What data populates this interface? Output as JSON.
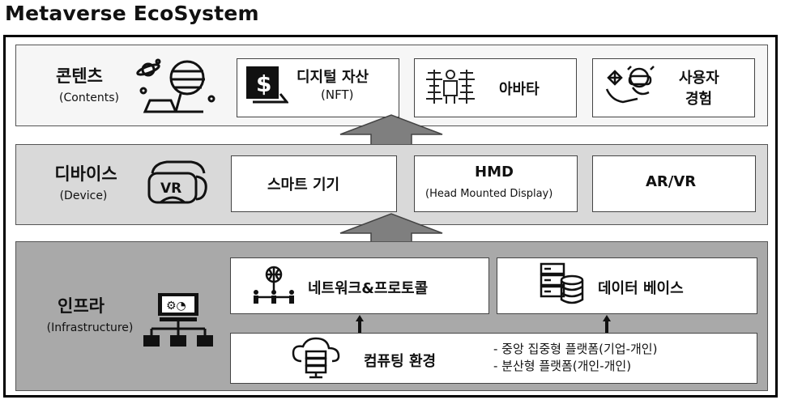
{
  "title": "Metaverse EcoSystem",
  "layers": {
    "contents": {
      "name": "콘텐츠",
      "sub": "(Contents)",
      "items": {
        "nft": {
          "label": "디지털 자산",
          "sub": "(NFT)"
        },
        "avatar": {
          "label": "아바타"
        },
        "ux": {
          "line1": "사용자",
          "line2": "경험"
        }
      }
    },
    "device": {
      "name": "디바이스",
      "sub": "(Device)",
      "items": {
        "smart": {
          "label": "스마트 기기"
        },
        "hmd": {
          "label": "HMD",
          "sub": "(Head Mounted Display)"
        },
        "arvr": {
          "label": "AR/VR"
        }
      }
    },
    "infra": {
      "name": "인프라",
      "sub": "(Infrastructure)",
      "items": {
        "network": {
          "label": "네트워크&프로토콜"
        },
        "database": {
          "label": "데이터 베이스"
        },
        "computing": {
          "label": "컴퓨팅 환경",
          "bullets": [
            "-  중앙 집중형 플랫폼(기업-개인)",
            "-  분산형 플랫폼(개인-개인)"
          ]
        }
      }
    }
  },
  "colors": {
    "contents_bg": "#f6f6f6",
    "device_bg": "#d9d9d9",
    "infra_bg": "#a9a9a9",
    "arrow": "#7f7f7f"
  },
  "icons": [
    "planet-person-icon",
    "dollar-card-icon",
    "avatar-figure-icon",
    "vr-hand-icon",
    "vr-headset-icon",
    "network-icon",
    "server-stack-icon",
    "monitor-network-icon",
    "cloud-server-icon"
  ]
}
